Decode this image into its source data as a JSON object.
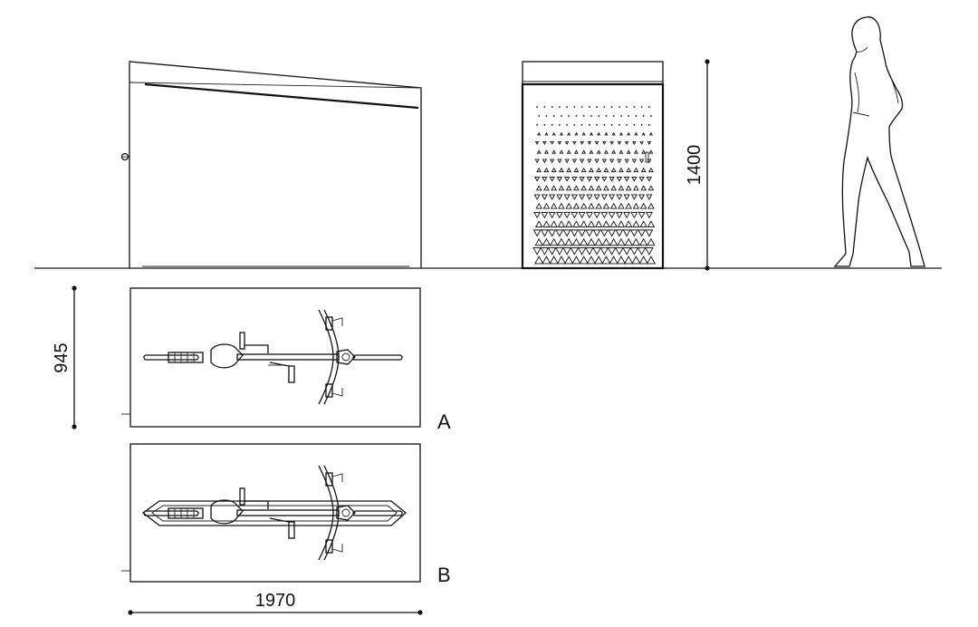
{
  "dimensions": {
    "height": "1400",
    "depth": "945",
    "width": "1970"
  },
  "variants": {
    "a": "A",
    "b": "B"
  },
  "colors": {
    "line": "#111111",
    "background": "#ffffff"
  }
}
